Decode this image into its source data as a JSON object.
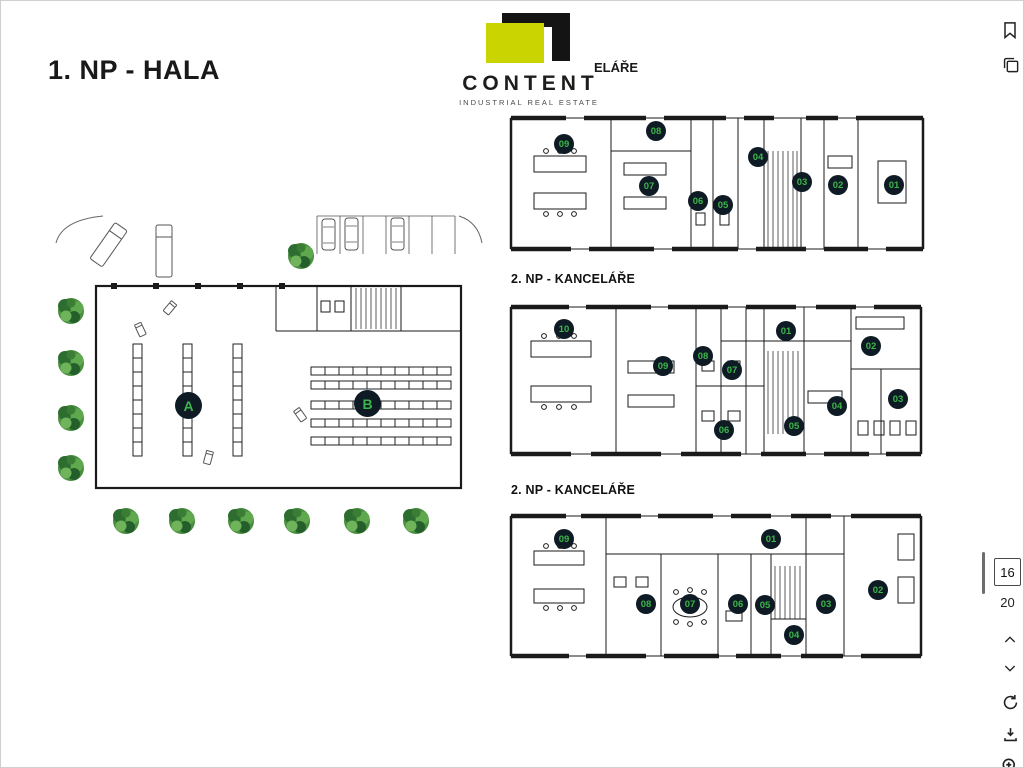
{
  "document": {
    "title": "1. NP - HALA",
    "logo": {
      "name": "CONTENT",
      "subtitle": "INDUSTRIAL REAL ESTATE"
    },
    "header_partial_label": "ELÁŘE",
    "hall": {
      "area_a": "A",
      "area_b": "B"
    },
    "plans": [
      {
        "label": "",
        "rooms": [
          "09",
          "08",
          "07",
          "06",
          "05",
          "04",
          "03",
          "02",
          "01"
        ]
      },
      {
        "label": "2. NP - KANCELÁŘE",
        "rooms": [
          "10",
          "09",
          "08",
          "07",
          "06",
          "05",
          "04",
          "03",
          "02",
          "01"
        ]
      },
      {
        "label": "2. NP - KANCELÁŘE",
        "rooms": [
          "09",
          "08",
          "07",
          "06",
          "05",
          "04",
          "03",
          "02",
          "01"
        ]
      }
    ]
  },
  "viewer": {
    "current_page": "16",
    "total_pages": "20",
    "icons": [
      "bookmark-icon",
      "copy-icon",
      "chevron-up-icon",
      "chevron-down-icon",
      "refresh-icon",
      "download-icon",
      "zoom-in-icon"
    ]
  },
  "colors": {
    "accent_green": "#3cb54a",
    "logo_yellow": "#c9d400",
    "marker_bg": "#0e1b24"
  }
}
